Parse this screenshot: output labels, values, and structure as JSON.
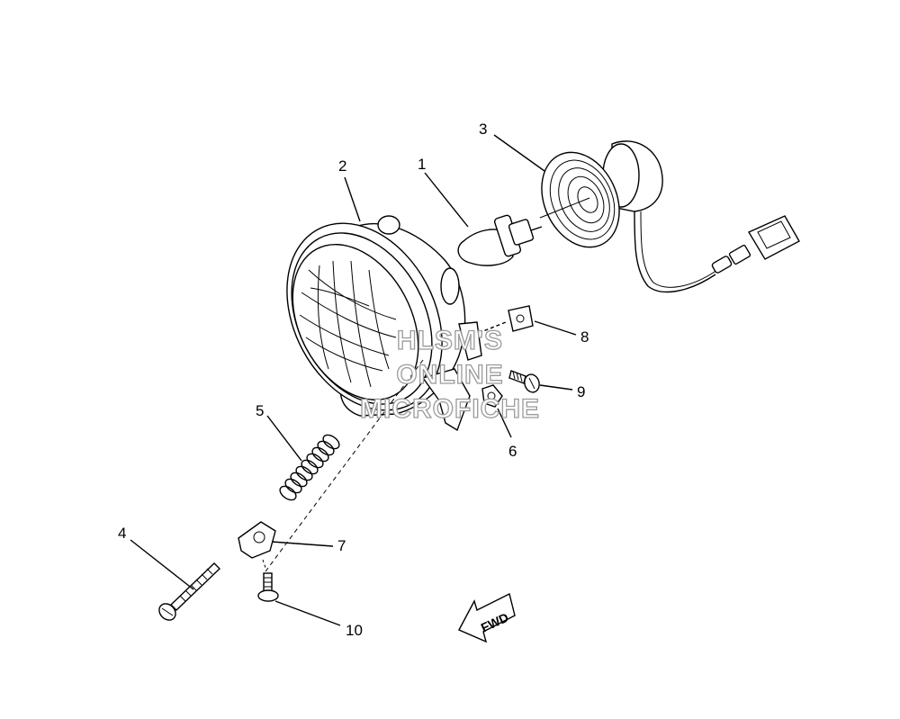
{
  "callouts": {
    "c1": "1",
    "c2": "2",
    "c3": "3",
    "c4": "4",
    "c5": "5",
    "c6": "6",
    "c7": "7",
    "c8": "8",
    "c9": "9",
    "c10": "10"
  },
  "watermark": {
    "line1": "HLSM'S",
    "line2": "ONLINE",
    "line3": "MICROFICHE"
  },
  "direction_indicator": {
    "label": "FWD"
  }
}
